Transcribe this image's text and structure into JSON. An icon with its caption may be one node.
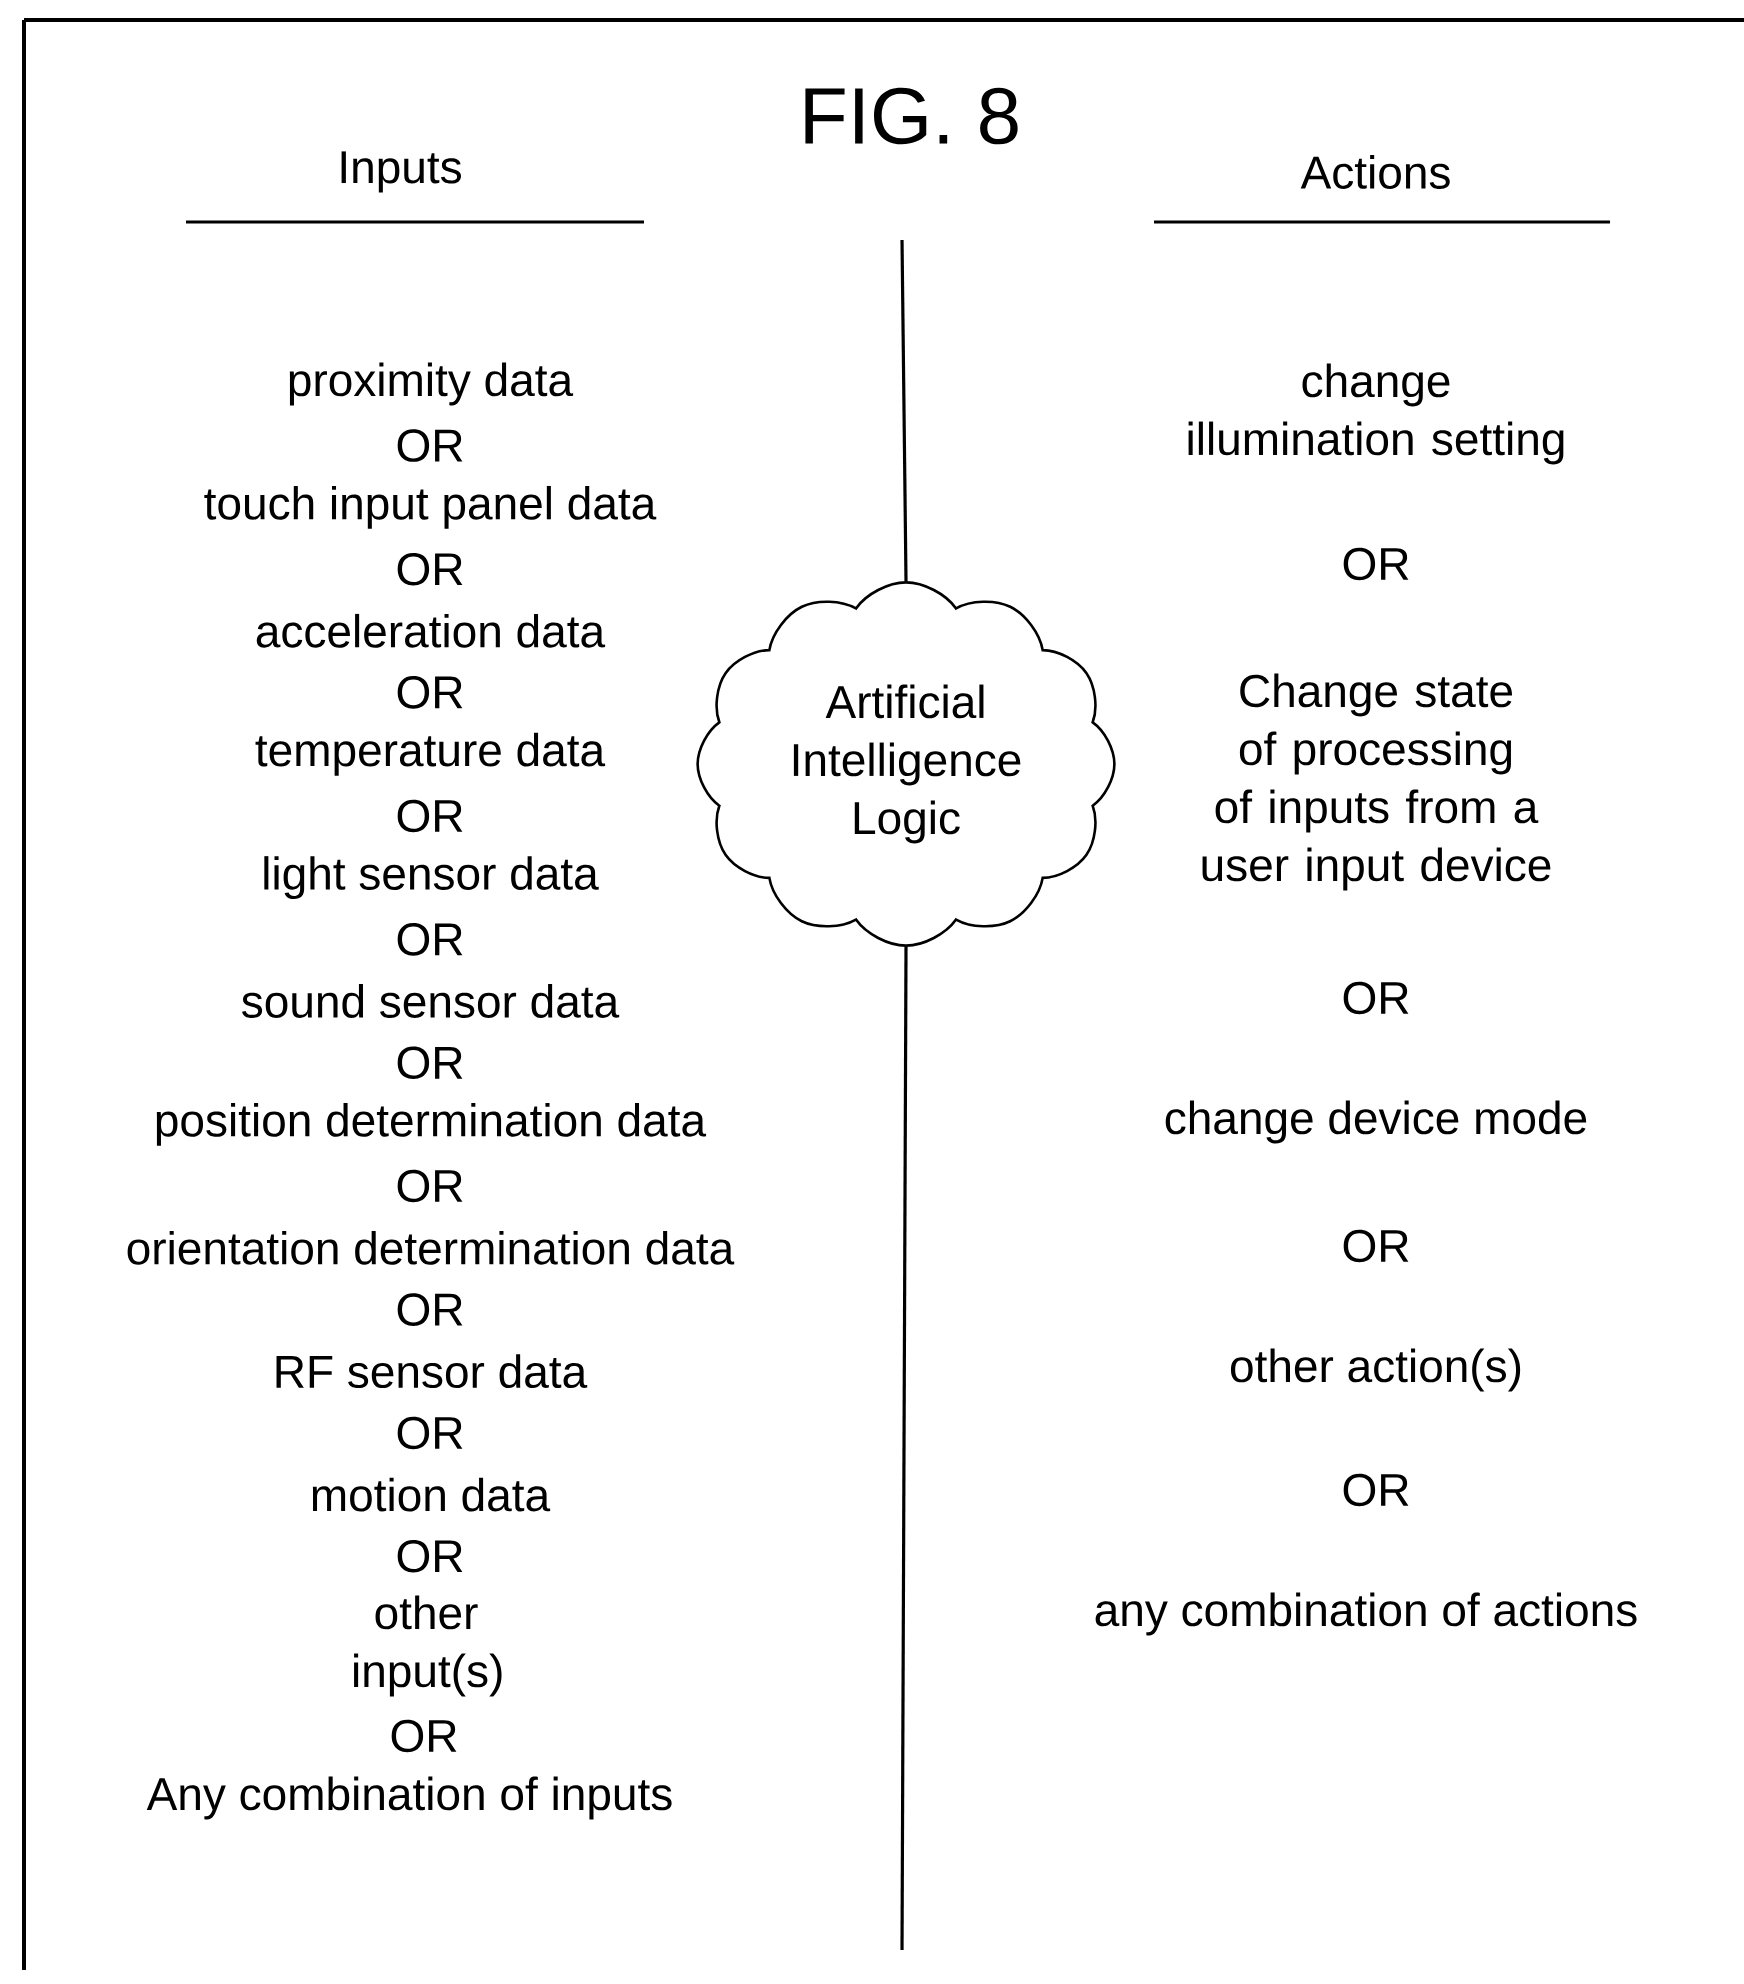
{
  "diagram": {
    "title": "FIG. 8",
    "nodes": [
      {
        "text": [
          "Artificial Intelligence Logic"
        ]
      }
    ],
    "labels": [
      "Inputs",
      "Actions",
      "proximity data",
      "OR",
      "touch input panel data",
      "OR",
      "acceleration data",
      "OR",
      "temperature data",
      "OR",
      "light sensor data",
      "OR",
      "sound sensor data",
      "OR",
      "position determination data",
      "OR",
      "orientation determination data",
      "OR",
      "RF sensor data",
      "OR",
      "motion data",
      "OR",
      "other input(s)",
      "OR",
      "Any combination of inputs",
      "change illumination setting",
      "OR",
      "Change state of processing of inputs from a user input device",
      "OR",
      "change device mode",
      "OR",
      "other action(s)",
      "OR",
      "any combination of actions"
    ]
  }
}
